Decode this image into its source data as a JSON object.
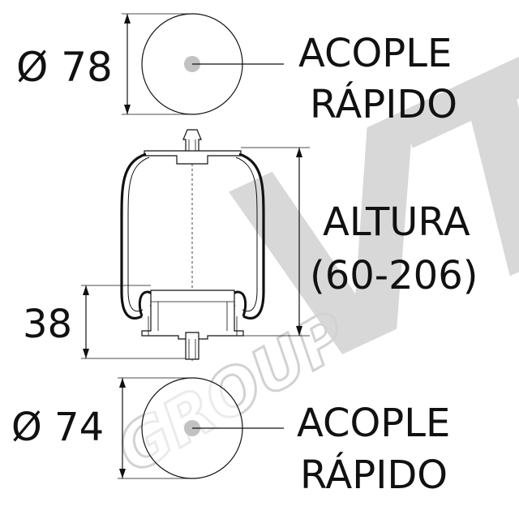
{
  "watermark": {
    "brand": "VTC",
    "group": "GROUP"
  },
  "labels": {
    "top_diameter": "Ø 78",
    "top_fitting_line1": "ACOPLE",
    "top_fitting_line2": "RÁPIDO",
    "height_line1": "ALTURA",
    "height_line2": "(60-206)",
    "piston_height": "38",
    "bottom_diameter": "Ø 74",
    "bottom_fitting_line1": "ACOPLE",
    "bottom_fitting_line2": "RÁPIDO"
  },
  "colors": {
    "line": "#111111",
    "fill": "#ffffff",
    "center_dot": "#c2c2c2",
    "watermark": "#d4d4d4"
  }
}
